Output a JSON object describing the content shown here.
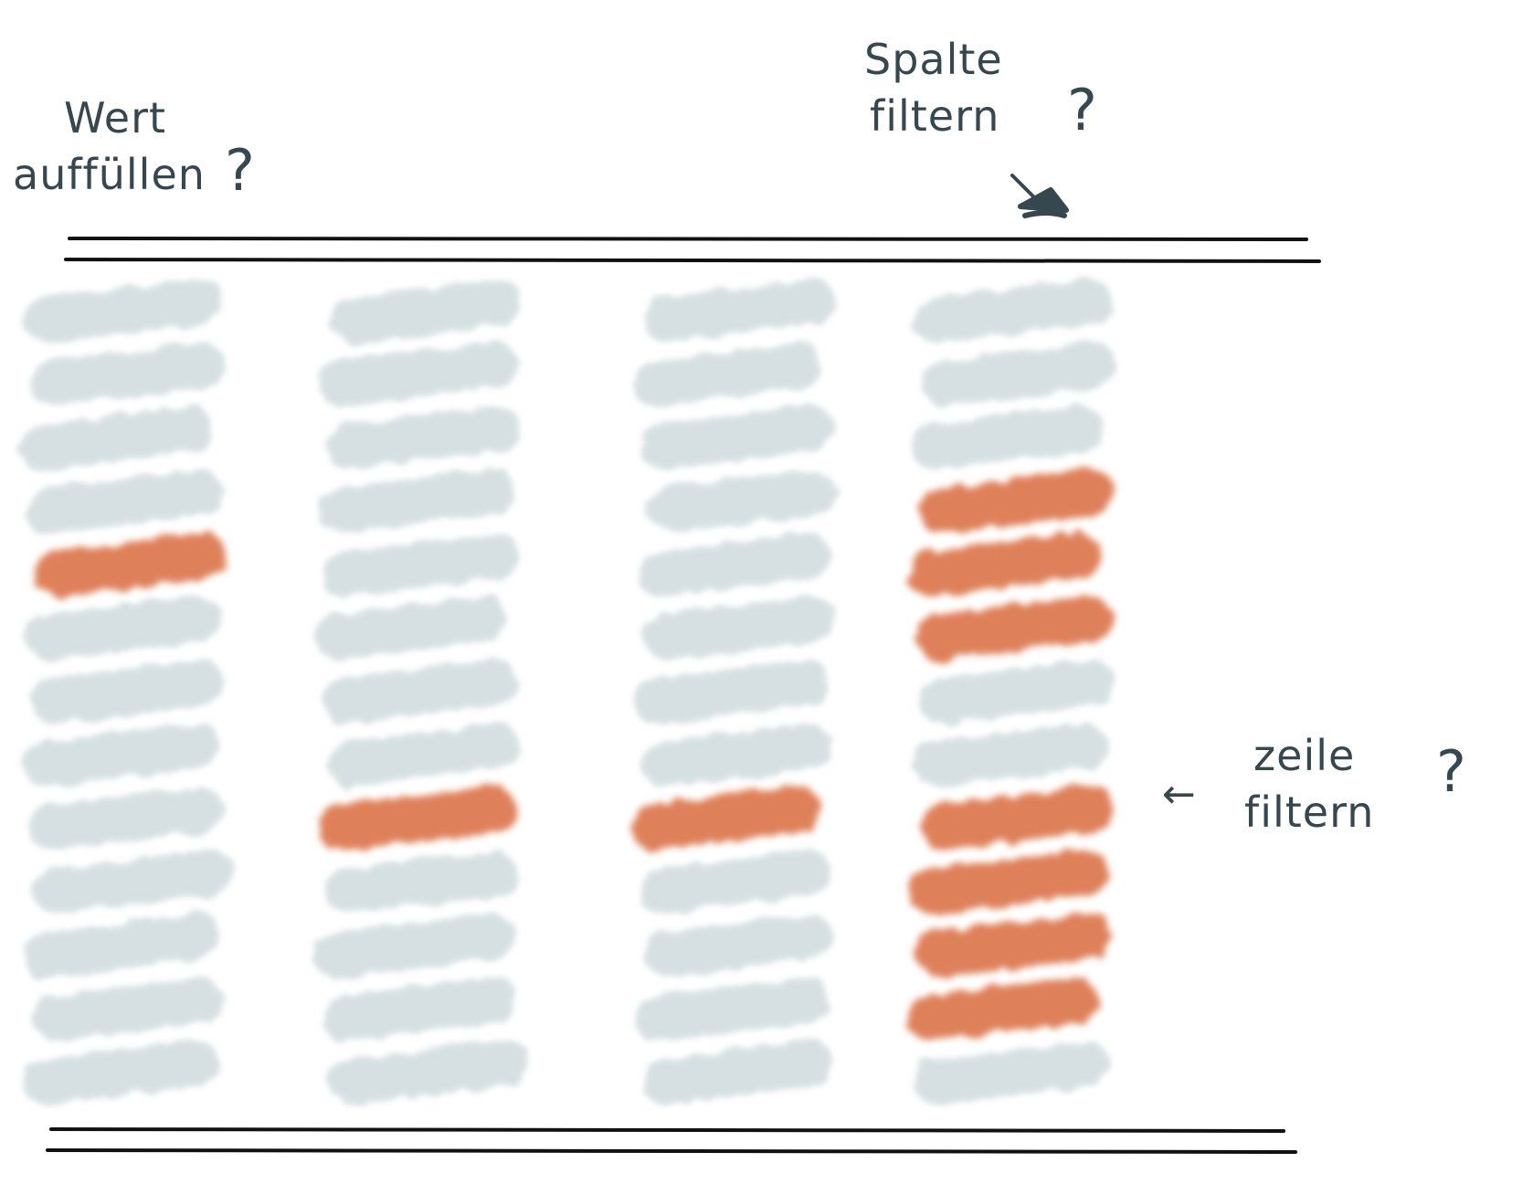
{
  "notes": {
    "fill_value": {
      "line1": "Wert",
      "line2": "auffüllen",
      "mark": "?"
    },
    "filter_column": {
      "line1": "Spalte",
      "line2": "filtern",
      "mark": "?"
    },
    "filter_row": {
      "arrow": "←",
      "line1": "zeile",
      "line2": "filtern",
      "mark": "?"
    }
  },
  "colors": {
    "cell": "#c9d6d9",
    "highlight": "#d96a3c",
    "rule": "#111111",
    "ink": "#37474f"
  },
  "table": {
    "columns": 4,
    "rows": 13,
    "highlighted_cells": [
      {
        "column": 1,
        "row": 5
      },
      {
        "column": 2,
        "row": 9
      },
      {
        "column": 3,
        "row": 9
      },
      {
        "column": 4,
        "row": 4
      },
      {
        "column": 4,
        "row": 5
      },
      {
        "column": 4,
        "row": 6
      },
      {
        "column": 4,
        "row": 9
      },
      {
        "column": 4,
        "row": 10
      },
      {
        "column": 4,
        "row": 11
      },
      {
        "column": 4,
        "row": 12
      }
    ]
  }
}
